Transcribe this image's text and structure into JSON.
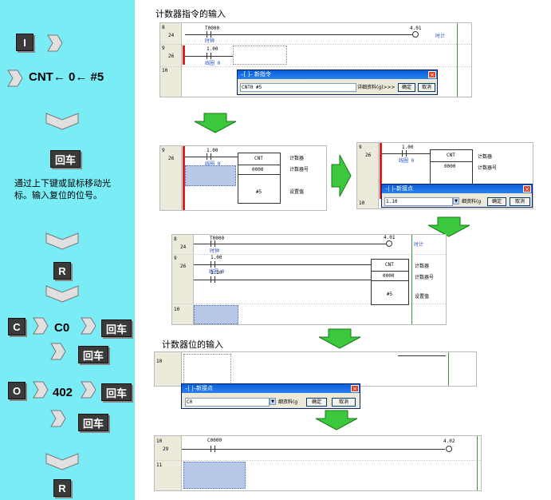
{
  "sidebar": {
    "key_i": "I",
    "cnt_text": "CNT← 0← #5",
    "key_enter": "回车",
    "note": "通过上下键或鼠标移动光标。输入复位的位号。",
    "key_r": "R",
    "key_c": "C",
    "c0_text": "C0",
    "key_o": "O",
    "o402_text": "402"
  },
  "titles": {
    "counter_instr": "计数器指令的输入",
    "counter_reset": "计数器位的输入"
  },
  "ladder": {
    "t0000": "T0000",
    "t0000_comment": "时钟",
    "addr_100": "1.00",
    "addr_100_comment": "线圈 0",
    "addr_110": "1.10",
    "out_401": "4.01",
    "out_401_comment": "时计",
    "c0000": "C0000",
    "out_402": "4.02",
    "cnt_label": "CNT",
    "cnt_num": "0000",
    "cnt_set": "#5",
    "lbl_counter": "计数器",
    "lbl_counter_no": "计数器号",
    "lbl_setval": "设置值"
  },
  "rows": {
    "r8": "8",
    "r24": "24",
    "r9": "9",
    "r26": "26",
    "r10": "10",
    "r29": "29",
    "r11": "11"
  },
  "dialog_instr": {
    "title": "–[ ]– 新指令",
    "value": "CNT0 #5",
    "detail": "详细资料(g)>>>",
    "ok": "确定",
    "cancel": "取消"
  },
  "dialog_contact1": {
    "title": "–| |–新接点",
    "value": "1.10",
    "detail": "细资料(g",
    "ok": "确定",
    "cancel": "取消"
  },
  "dialog_contact2": {
    "title": "–| |–新接点",
    "value": "C0",
    "detail": "细资料(g",
    "ok": "确定",
    "cancel": "取消"
  },
  "colors": {
    "sidebar": "#79ECF5",
    "arrow": "#3cc83c",
    "key": "#3a3a3a"
  }
}
